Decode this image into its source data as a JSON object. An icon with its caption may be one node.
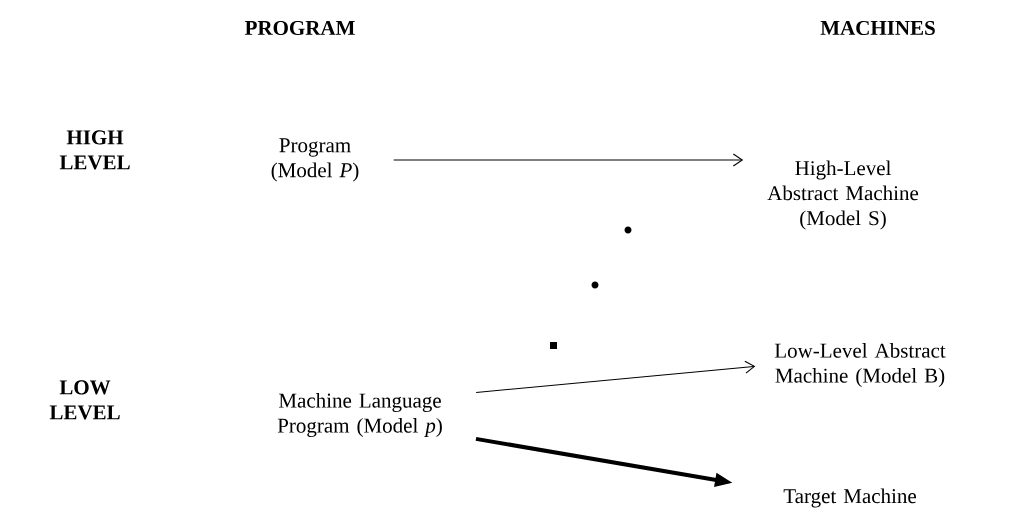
{
  "diagram": {
    "nodes": [
      {
        "text": [
          "Program (Model *P*)"
        ]
      },
      {
        "text": [
          "High-Level Abstract Machine (Model S)"
        ]
      },
      {
        "text": [
          "Machine Language Program (Model *p*)"
        ]
      },
      {
        "text": [
          "Low-Level Abstract Machine (Model B)"
        ]
      },
      {
        "text": [
          "Target Machine"
        ]
      }
    ],
    "edges": [
      {
        "from": 0,
        "to": 1,
        "arrow": "to"
      },
      {
        "from": 2,
        "to": 3,
        "arrow": "to"
      },
      {
        "from": 2,
        "to": 4,
        "arrow": "to",
        "style": "thick"
      }
    ],
    "labels": [
      "PROGRAM",
      "MACHINES",
      "HIGH LEVEL",
      "LOW LEVEL"
    ]
  }
}
